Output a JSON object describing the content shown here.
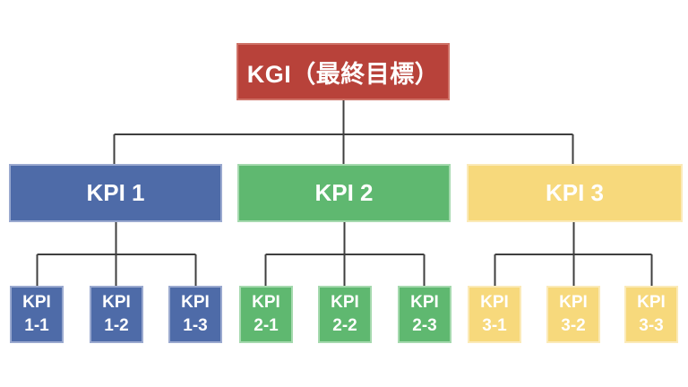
{
  "diagram": {
    "line_color": "#3f3f3f",
    "root": {
      "label": "KGI（最終目標）",
      "fill": "#b8423a",
      "border": "#cf7368"
    },
    "groups": [
      {
        "label": "KPI 1",
        "fill": "#4e6ba8",
        "border": "#9aa9cf",
        "children": [
          {
            "line1": "KPI",
            "line2": "1-1"
          },
          {
            "line1": "KPI",
            "line2": "1-2"
          },
          {
            "line1": "KPI",
            "line2": "1-3"
          }
        ]
      },
      {
        "label": "KPI 2",
        "fill": "#5fb870",
        "border": "#a5d9ae",
        "children": [
          {
            "line1": "KPI",
            "line2": "2-1"
          },
          {
            "line1": "KPI",
            "line2": "2-2"
          },
          {
            "line1": "KPI",
            "line2": "2-3"
          }
        ]
      },
      {
        "label": "KPI 3",
        "fill": "#f7d97c",
        "border": "#fbeab8",
        "children": [
          {
            "line1": "KPI",
            "line2": "3-1"
          },
          {
            "line1": "KPI",
            "line2": "3-2"
          },
          {
            "line1": "KPI",
            "line2": "3-3"
          }
        ]
      }
    ]
  }
}
